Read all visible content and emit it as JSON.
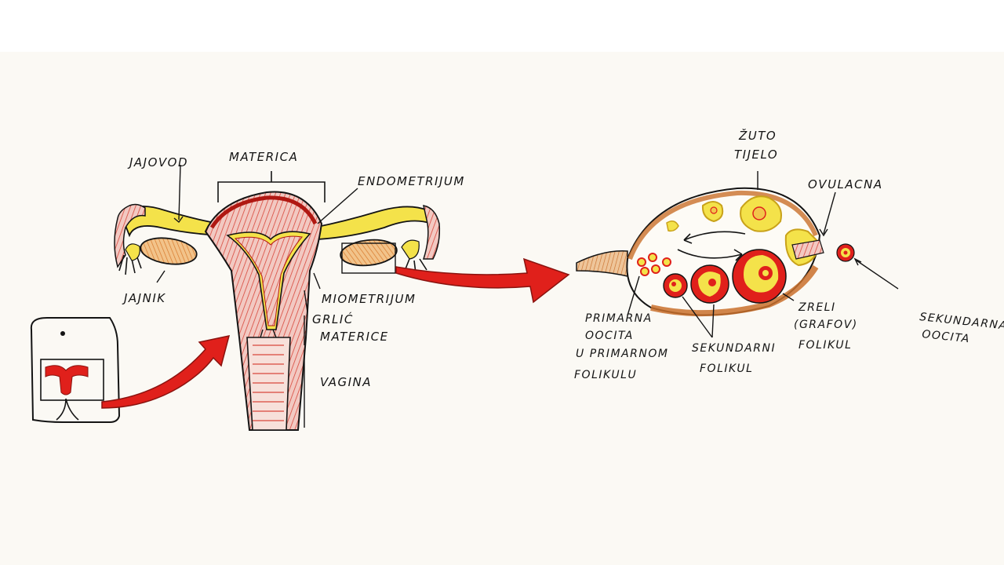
{
  "labels": {
    "jajovod": "JAJOVOD",
    "materica": "MATERICA",
    "endometrijum": "ENDOMETRIJUM",
    "jajnik": "JAJNIK",
    "miometrijum": "MIOMETRIJUM",
    "grlic_materice_1": "GRLIĆ",
    "grlic_materice_2": "MATERICE",
    "vagina": "VAGINA",
    "zuto_tijelo_1": "ŽUTO",
    "zuto_tijelo_2": "TIJELO",
    "ovulacija": "OVULACNA",
    "sekundarna_oocita_1": "SEKUNDARNA",
    "sekundarna_oocita_2": "OOCITA",
    "primarna_1": "PRIMARNA",
    "primarna_2": "OOCITA",
    "primarna_3": "U PRIMARNOM",
    "primarna_4": "FOLIKULU",
    "sekundarni_1": "SEKUNDARNI",
    "sekundarni_2": "FOLIKUL",
    "zreli_1": "ZRELI",
    "zreli_2": "(GRAFOV)",
    "zreli_3": "FOLIKUL"
  },
  "colors": {
    "red": "#e0201b",
    "dark_red": "#b01812",
    "orange": "#e58a2b",
    "yellow": "#f4e24a",
    "pink": "#e8b0a8",
    "ink": "#141414"
  }
}
